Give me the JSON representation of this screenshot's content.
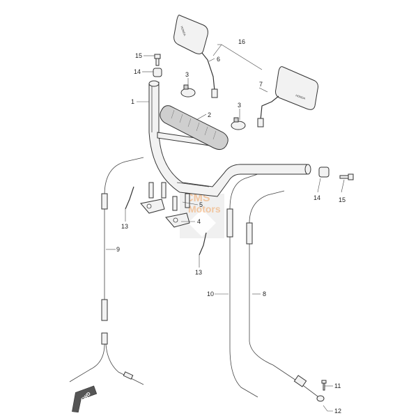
{
  "diagram": {
    "callouts": [
      {
        "id": "1",
        "label": "1"
      },
      {
        "id": "2",
        "label": "2"
      },
      {
        "id": "3a",
        "label": "3"
      },
      {
        "id": "3b",
        "label": "3"
      },
      {
        "id": "4",
        "label": "4"
      },
      {
        "id": "5",
        "label": "5"
      },
      {
        "id": "6",
        "label": "6"
      },
      {
        "id": "7",
        "label": "7"
      },
      {
        "id": "8",
        "label": "8"
      },
      {
        "id": "9",
        "label": "9"
      },
      {
        "id": "10",
        "label": "10"
      },
      {
        "id": "11",
        "label": "11"
      },
      {
        "id": "12",
        "label": "12"
      },
      {
        "id": "13a",
        "label": "13"
      },
      {
        "id": "13b",
        "label": "13"
      },
      {
        "id": "14a",
        "label": "14"
      },
      {
        "id": "14b",
        "label": "14"
      },
      {
        "id": "15a",
        "label": "15"
      },
      {
        "id": "15b",
        "label": "15"
      },
      {
        "id": "16",
        "label": "16"
      }
    ],
    "fwd_label": "FWD",
    "watermark": {
      "line1": "CMS",
      "line2": "Motors"
    },
    "mirror_brand": "HONDA",
    "colors": {
      "line": "#333333",
      "watermark": "#f2a35e",
      "background": "#ffffff"
    }
  }
}
